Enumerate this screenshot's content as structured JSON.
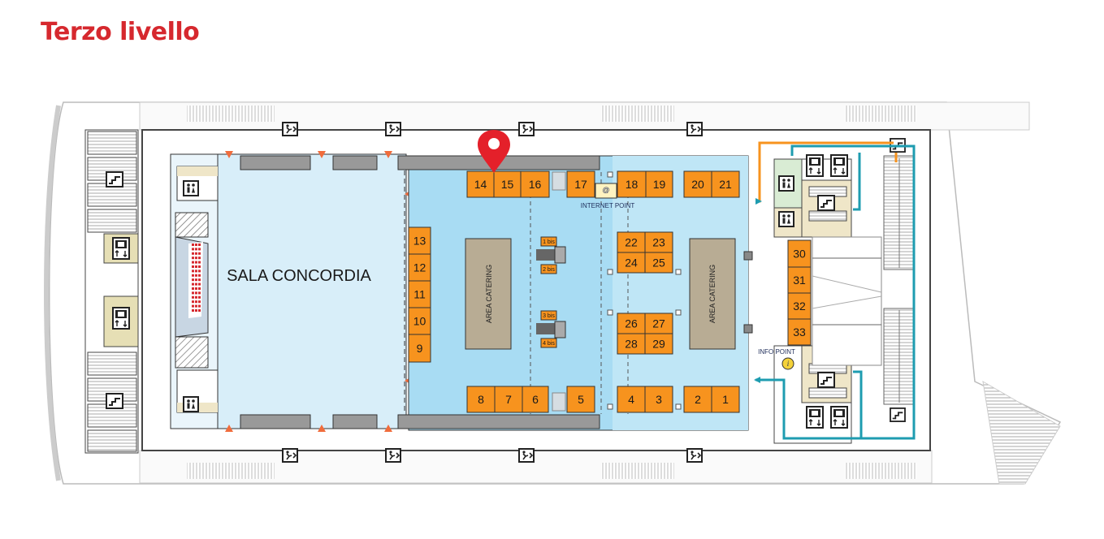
{
  "page": {
    "title": "Terzo livello"
  },
  "labels": {
    "sala": "SALA CONCORDIA",
    "internet_point": "INTERNET POINT",
    "info_point": "INFO POINT",
    "internet_badge_symbol": "@",
    "info_badge_symbol": "i"
  },
  "catering": [
    {
      "id": "catering-1",
      "label": "AREA CATERING"
    },
    {
      "id": "catering-2",
      "label": "AREA CATERING"
    }
  ],
  "booths": [
    "14",
    "15",
    "16",
    "17",
    "18",
    "19",
    "20",
    "21",
    "13",
    "12",
    "11",
    "10",
    "9",
    "22",
    "23",
    "24",
    "25",
    "26",
    "27",
    "28",
    "29",
    "8",
    "7",
    "6",
    "5",
    "4",
    "3",
    "2",
    "1",
    "30",
    "31",
    "32",
    "33"
  ],
  "bis_booths": [
    "1 bis",
    "2 bis",
    "3 bis",
    "4 bis"
  ],
  "colors": {
    "title": "#d6282e",
    "booth": "#f7931e",
    "hall_light": "#d8eef9",
    "expo_blue": "#a8dcf3",
    "catering": "#b8ac94",
    "marker": "#e4202a",
    "route_orange": "#f7931e",
    "route_teal": "#1e9cb0"
  },
  "icons": {
    "location_marker": "map-pin-icon",
    "emergency_exit": "emergency-exit-icon",
    "restroom": "restroom-icon",
    "elevator": "elevator-icon",
    "stairs": "stairs-icon",
    "escalator": "escalator-icon",
    "info": "info-icon"
  }
}
